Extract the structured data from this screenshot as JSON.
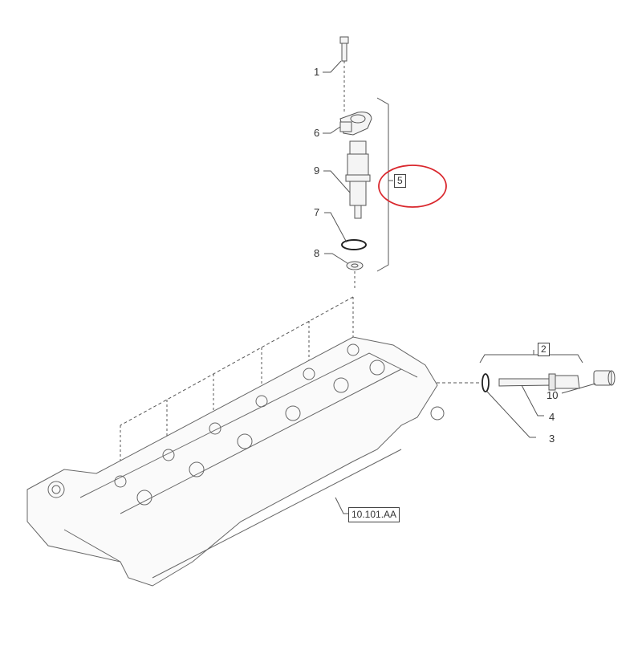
{
  "diagram": {
    "type": "exploded-parts-diagram",
    "subject": "cylinder head with fuel injector assembly",
    "callouts": [
      {
        "id": "1",
        "label": "1"
      },
      {
        "id": "6",
        "label": "6"
      },
      {
        "id": "9",
        "label": "9"
      },
      {
        "id": "7",
        "label": "7"
      },
      {
        "id": "8",
        "label": "8"
      },
      {
        "id": "3",
        "label": "3"
      },
      {
        "id": "4",
        "label": "4"
      },
      {
        "id": "10",
        "label": "10"
      }
    ],
    "group_labels": [
      {
        "id": "5",
        "label": "5",
        "highlighted": true
      },
      {
        "id": "2",
        "label": "2",
        "highlighted": false
      }
    ],
    "reference_label": "10.101.AA",
    "highlight_color": "#d9262c",
    "line_color": "#555555"
  }
}
